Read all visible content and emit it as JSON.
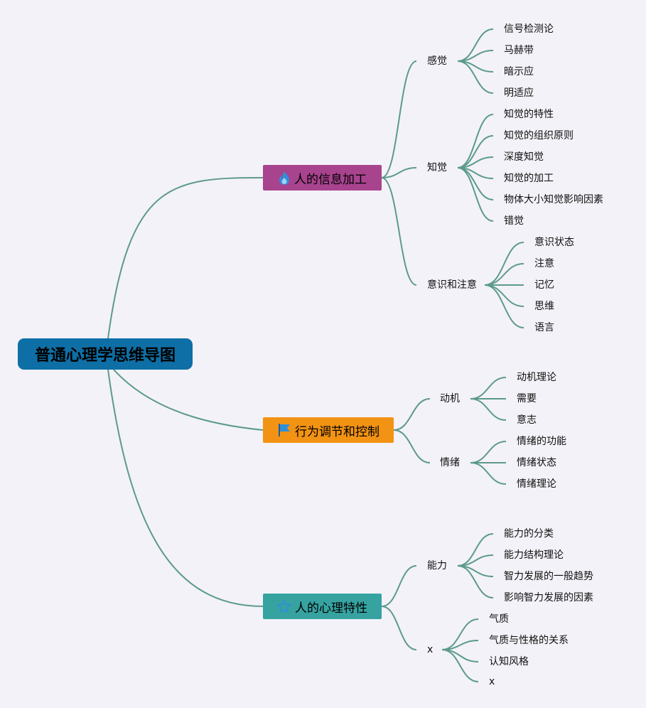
{
  "colors": {
    "background": "#f3f2f8",
    "edge": "#5c9a8b",
    "root": "#0e6fa6",
    "branch_info": "#a8438e",
    "branch_behavior": "#f39313",
    "branch_traits": "#36a3a1",
    "icon_blue": "#2f8fd8"
  },
  "root": {
    "title": "普通心理学思维导图"
  },
  "branches": [
    {
      "label": "人的信息加工",
      "icon": "flame-icon",
      "topics": [
        {
          "label": "感觉",
          "leaves": [
            "信号检测论",
            "马赫带",
            "暗示应",
            "明适应"
          ]
        },
        {
          "label": "知觉",
          "leaves": [
            "知觉的特性",
            "知觉的组织原则",
            "深度知觉",
            "知觉的加工",
            "物体大小知觉影响因素",
            "错觉"
          ]
        },
        {
          "label": "意识和注意",
          "leaves": [
            "意识状态",
            "注意",
            "记忆",
            "思维",
            "语言"
          ]
        }
      ]
    },
    {
      "label": "行为调节和控制",
      "icon": "flag-icon",
      "topics": [
        {
          "label": "动机",
          "leaves": [
            "动机理论",
            "需要",
            "意志"
          ]
        },
        {
          "label": "情绪",
          "leaves": [
            "情绪的功能",
            "情绪状态",
            "情绪理论"
          ]
        }
      ]
    },
    {
      "label": "人的心理特性",
      "icon": "star-icon",
      "topics": [
        {
          "label": "能力",
          "leaves": [
            "能力的分类",
            "能力结构理论",
            "智力发展的一般趋势",
            "影响智力发展的因素"
          ]
        },
        {
          "label": "x",
          "leaves": [
            "气质",
            "气质与性格的关系",
            "认知风格",
            "x"
          ]
        }
      ]
    }
  ]
}
